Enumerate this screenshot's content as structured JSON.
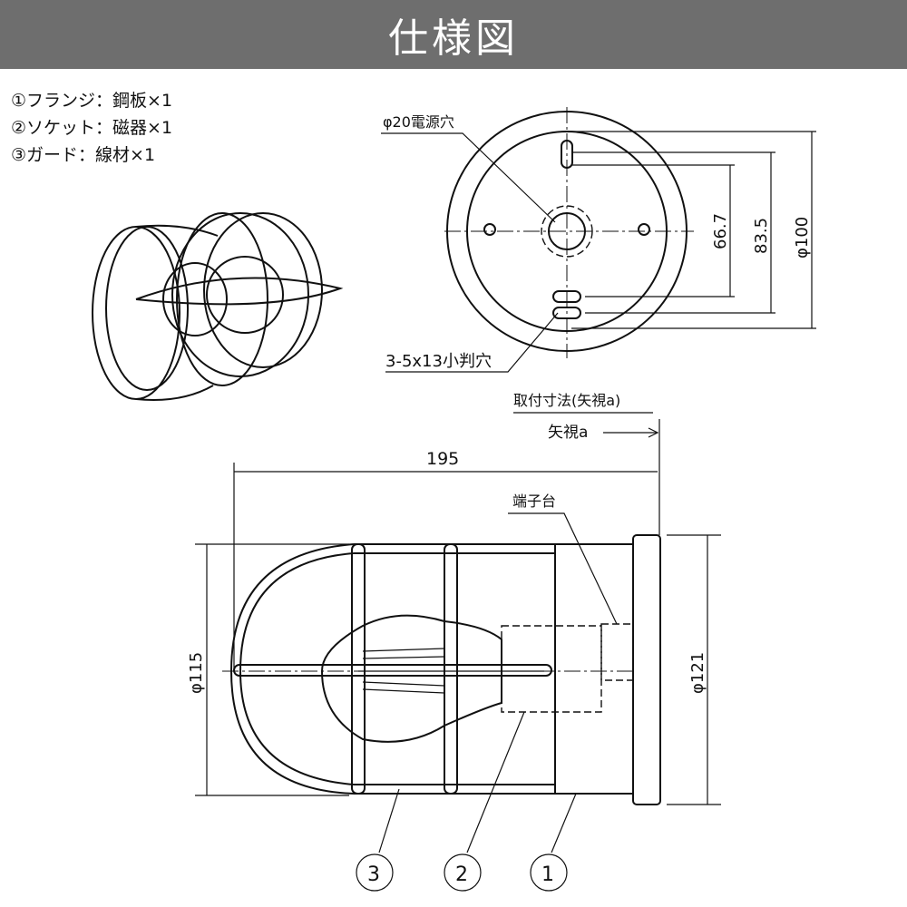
{
  "title": "仕様図",
  "parts": [
    "①フランジ：鋼板×1",
    "②ソケット：磁器×1",
    "③ガード：線材×1"
  ],
  "top_view": {
    "power_hole": "φ20電源穴",
    "slot_holes": "3-5x13小判穴",
    "dim_a": "66.7",
    "dim_b": "83.5",
    "dim_c": "φ100"
  },
  "side_view": {
    "mount_title": "取付寸法(矢視a)",
    "view_a": "矢視a",
    "width": "195",
    "terminal": "端子台",
    "dia_guard": "φ115",
    "dia_flange": "φ121",
    "callouts": [
      "3",
      "2",
      "1"
    ]
  }
}
